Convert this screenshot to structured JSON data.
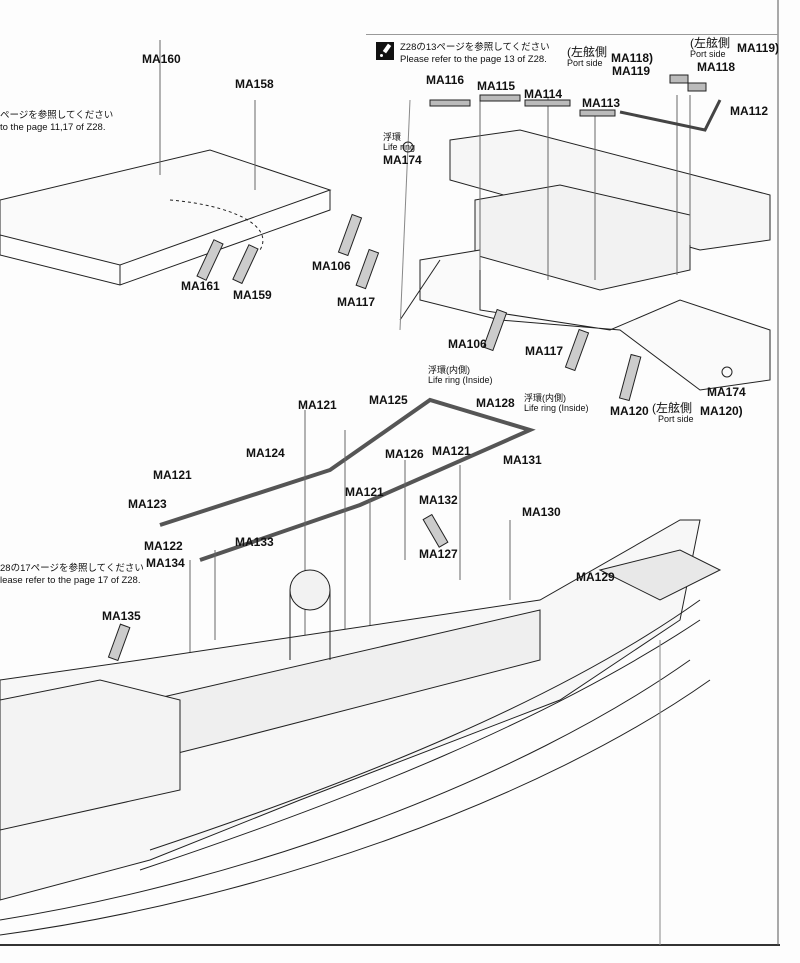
{
  "notes": {
    "top_left_jp": "ページを参照してください",
    "top_left_en": "to the page 11,17  of Z28.",
    "top_right_jp": "Z28の13ページを参照してください",
    "top_right_en": "Please refer to the page 13 of Z28.",
    "mid_left_jp": "28の17ページを参照してください",
    "mid_left_en": "lease refer to the page 17 of Z28."
  },
  "side_notes": {
    "port_jp": "左舷側",
    "port_en": "Port side",
    "life_ring_jp": "浮環",
    "life_ring_en": "Life ring",
    "life_ring_inside_jp": "浮環(内側)",
    "life_ring_inside_en": "Life ring (Inside)"
  },
  "parts": {
    "ma160": "MA160",
    "ma158": "MA158",
    "ma161": "MA161",
    "ma159": "MA159",
    "ma116": "MA116",
    "ma115": "MA115",
    "ma114": "MA114",
    "ma113": "MA113",
    "ma112": "MA112",
    "ma118a": "MA118)",
    "ma119a": "MA119",
    "ma119b": "MA119)",
    "ma118b": "MA118",
    "ma174a": "MA174",
    "ma174b": "MA174",
    "ma106a": "MA106",
    "ma106b": "MA106",
    "ma117a": "MA117",
    "ma117b": "MA117",
    "ma120a": "MA120",
    "ma120b": "MA120)",
    "ma121a": "MA121",
    "ma121b": "MA121",
    "ma121c": "MA121",
    "ma121d": "MA121",
    "ma125": "MA125",
    "ma128": "MA128",
    "ma124": "MA124",
    "ma126": "MA126",
    "ma131": "MA131",
    "ma123": "MA123",
    "ma132": "MA132",
    "ma130": "MA130",
    "ma122": "MA122",
    "ma133": "MA133",
    "ma127": "MA127",
    "ma134": "MA134",
    "ma129": "MA129",
    "ma135": "MA135"
  }
}
